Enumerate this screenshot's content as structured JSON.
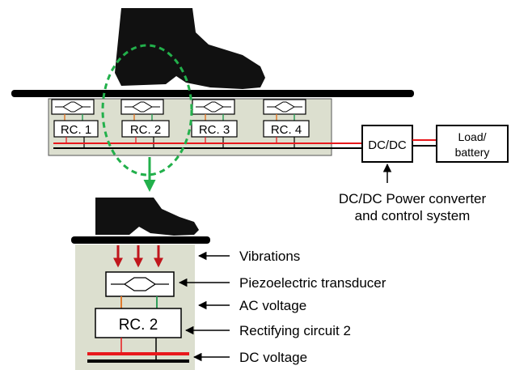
{
  "top": {
    "circuits": [
      "RC. 1",
      "RC. 2",
      "RC. 3",
      "RC. 4"
    ],
    "converter": "DC/DC",
    "load_line1": "Load/",
    "load_line2": "battery",
    "converter_caption_line1": "DC/DC Power converter",
    "converter_caption_line2": "and control system"
  },
  "detail": {
    "circuit": "RC. 2",
    "labels": {
      "vibrations": "Vibrations",
      "transducer": "Piezoelectric transducer",
      "ac": "AC voltage",
      "rectifier": "Rectifying circuit 2",
      "dc": "DC voltage"
    }
  },
  "colors": {
    "panel": "#dcdfcf",
    "dc_line": "#e8181c",
    "ac_tap": "#e07a2e",
    "green_tap": "#2f9e5a",
    "callout": "#22b04b",
    "vibration_arrow": "#c0161c",
    "ink": "#000000"
  },
  "icons": [
    "shoe-icon",
    "piezo-transducer-icon",
    "arrow-icon"
  ]
}
